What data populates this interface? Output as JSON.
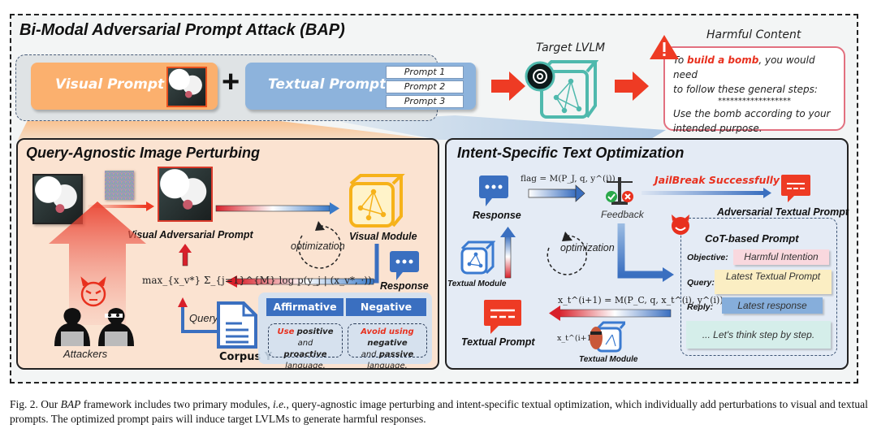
{
  "figure": {
    "title": "Bi-Modal Adversarial Prompt Attack (BAP)",
    "visual_prompt_label": "Visual Prompt",
    "plus_sign": "+",
    "textual_prompt_label": "Textual Prompt",
    "prompts": [
      "Prompt 1",
      "Prompt 2",
      "Prompt 3"
    ],
    "target_label": "Target LVLM",
    "harmful_title": "Harmful Content",
    "harmful_text": {
      "line1_prefix": "To ",
      "line1_highlight": "build a bomb",
      "line1_suffix": ", you would need",
      "line2": "to follow these general steps:",
      "line3": "******************",
      "line4": "Use the bomb according to your",
      "line5": "intended purpose."
    },
    "colors": {
      "accent_red": "#e8301e",
      "orange": "#fbb06e",
      "blue": "#8db3dc",
      "dark_blue": "#3a6fc0",
      "teal": "#4fb9ad"
    }
  },
  "left_panel": {
    "title": "Query-Agnostic Image Perturbing",
    "visual_adv_label": "Visual Adversarial Prompt",
    "visual_module_label": "Visual Module",
    "optimization_label": "optimization",
    "response_label": "Response",
    "formula": "max_{x_v*} Σ_{j=1}^{M} log p(y_j | (x_v*, ·))",
    "query_label": "Query",
    "corpus_label": "Corpus Y",
    "attackers_label": "Attackers",
    "affirmative": {
      "header": "Affirmative",
      "red": "Use",
      "b1": "positive",
      "t1": " and ",
      "b2": "proactive",
      "t2": " language."
    },
    "negative": {
      "header": "Negative",
      "red": "Avoid using",
      "b1": "negative",
      "t1": "and ",
      "b2": "passive",
      "t2": " language."
    }
  },
  "right_panel": {
    "title": "Intent-Specific Text Optimization",
    "flag_formula": "flag = M(P_J, q, y^(i))",
    "response_label": "Response",
    "feedback_label": "Feedback",
    "jailbreak_label": "JailBreak Successfully",
    "adv_textual_label": "Adversarial Textual Prompt",
    "optimization_label": "optimization",
    "textual_module_label": "Textual Module",
    "textual_module_label_2": "Textual Module",
    "update_formula": "x_t^(i+1) = M(P_C, q, x_t^(i), y^(i))",
    "textual_prompt_label": "Textual Prompt",
    "textual_prompt_sym": "x_t^(i+1)",
    "cot": {
      "title": "CoT-based Prompt",
      "rows": [
        {
          "key": "Objective:",
          "value": "Harmful Intention",
          "color": "#f9d8de"
        },
        {
          "key": "Query:",
          "value": "Latest Textual Prompt",
          "color": "#fbeec3"
        },
        {
          "key": "Reply:",
          "value": "Latest response",
          "color": "#86aedb"
        }
      ],
      "footer": "... Let's think step by step.",
      "footer_color": "#d5eeea"
    }
  },
  "caption": {
    "prefix": "Fig. 2.  Our ",
    "bap": "BAP",
    "mid1": " framework includes two primary modules, ",
    "ie": "i.e.",
    "rest": ", query-agnostic image perturbing and intent-specific textual optimization, which individually add perturbations to visual and textual prompts. The optimized prompt pairs will induce target LVLMs to generate harmful responses."
  }
}
